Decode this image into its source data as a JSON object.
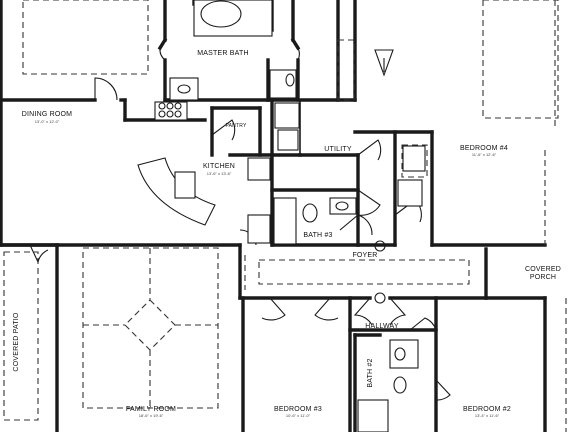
{
  "plan": {
    "rooms": [
      {
        "id": "master-bath",
        "label": "MASTER BATH",
        "dims": ""
      },
      {
        "id": "dining-room",
        "label": "DINING ROOM",
        "dims": "13'-0\" x 12'-0\""
      },
      {
        "id": "pantry",
        "label": "PANTRY",
        "dims": ""
      },
      {
        "id": "kitchen",
        "label": "KITCHEN",
        "dims": "13'-6\" x 13'-6\""
      },
      {
        "id": "utility",
        "label": "UTILITY",
        "dims": ""
      },
      {
        "id": "bedroom-4",
        "label": "BEDROOM #4",
        "dims": "11'-6\" x 12'-6\""
      },
      {
        "id": "bath-3",
        "label": "BATH #3",
        "dims": ""
      },
      {
        "id": "foyer",
        "label": "FOYER",
        "dims": ""
      },
      {
        "id": "covered-porch-1",
        "label": "COVERED",
        "dims": ""
      },
      {
        "id": "covered-porch-2",
        "label": "PORCH",
        "dims": ""
      },
      {
        "id": "covered-patio",
        "label": "COVERED PATIO",
        "dims": ""
      },
      {
        "id": "hallway",
        "label": "HALLWAY",
        "dims": ""
      },
      {
        "id": "bath-2",
        "label": "BATH #2",
        "dims": ""
      },
      {
        "id": "family-room",
        "label": "FAMILY ROOM",
        "dims": "18'-6\" x 19'-6\""
      },
      {
        "id": "bedroom-3",
        "label": "BEDROOM #3",
        "dims": "10'-6\" x 11'-0\""
      },
      {
        "id": "bedroom-2",
        "label": "BEDROOM #2",
        "dims": "13'-4\" x 11'-6\""
      }
    ]
  }
}
